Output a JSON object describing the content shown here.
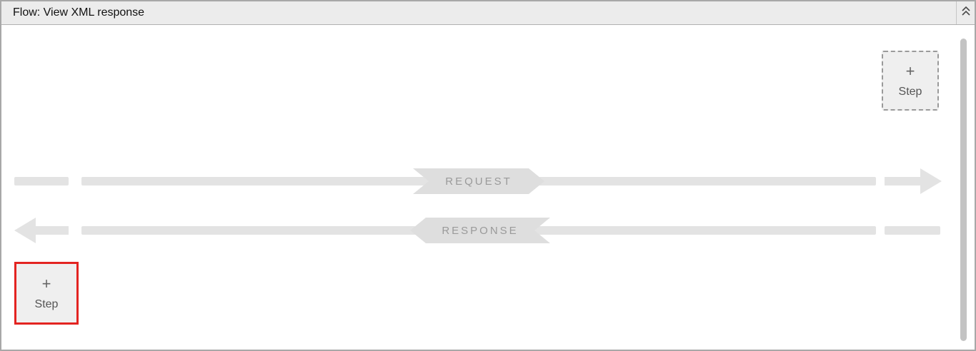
{
  "header": {
    "title": "Flow: View XML response"
  },
  "flow": {
    "request_label": "REQUEST",
    "response_label": "RESPONSE"
  },
  "buttons": {
    "add_step_top": {
      "icon": "+",
      "label": "Step"
    },
    "add_step_bottom": {
      "icon": "+",
      "label": "Step"
    }
  },
  "colors": {
    "arrow_gray": "#e3e3e3",
    "banner_gray": "#dedede",
    "label_text_gray": "#9a9a9a",
    "header_bg": "#ececec",
    "panel_border": "#a8a8a8",
    "highlight_red": "#e32421",
    "scrollbar_gray": "#c3c3c3"
  },
  "icons": {
    "collapse": "double-chevron-up-icon",
    "request_arrowhead": "arrow-right-icon",
    "response_arrowhead": "arrow-left-icon"
  }
}
